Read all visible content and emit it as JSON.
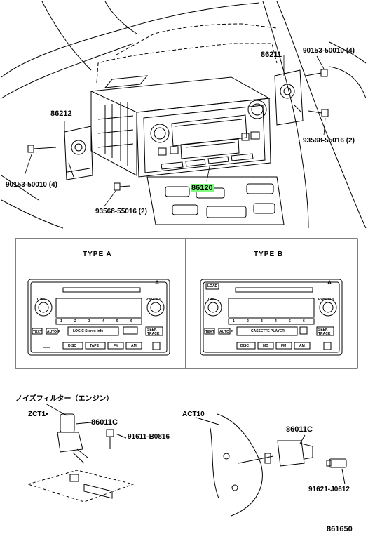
{
  "parts": {
    "p86211": "86211",
    "p90153_right": "90153-50010 (4)",
    "p86212": "86212",
    "p93568_right": "93568-55016 (2)",
    "p90153_left": "90153-50010 (4)",
    "p86120": "86120",
    "p93568_left": "93568-55016 (2)"
  },
  "types": {
    "a_title": "TYPE  A",
    "b_title": "TYPE  B",
    "a_buttons": {
      "tune": "TUNE",
      "pwr_vol": "PWR·VOL",
      "text": "TEXT",
      "auto_p": "AUTO·P",
      "display": "LOGIC  Stereo  Info",
      "seek_track": "SEEK\nTRACK",
      "disc": "DISC",
      "tape": "TAPE",
      "fm": "FM",
      "am": "AM",
      "presets": [
        "1",
        "2",
        "3",
        "4",
        "5",
        "6"
      ]
    },
    "b_buttons": {
      "load": "LOAD",
      "tune": "TUNE",
      "pwr_vol": "PWR·VOL",
      "text": "TEXT",
      "auto_p": "AUTO·P",
      "display": "CASSETTE PLAYER",
      "seek_track": "SEEK\nTRACK",
      "disc": "DISC",
      "md": "MD",
      "fm": "FM",
      "am": "AM",
      "presets": [
        "1",
        "2",
        "3",
        "4",
        "5",
        "6"
      ]
    }
  },
  "noise_filter": {
    "header": "ノイズフィルター（エンジン）",
    "zct": "ZCT1•",
    "act": "ACT10",
    "p86011c_left": "86011C",
    "p91611": "91611-B0816",
    "p86011c_right": "86011C",
    "p91621": "91621-J0612"
  },
  "diagram_id": "861650",
  "colors": {
    "highlight": "#7dfc7d",
    "line": "#000000"
  }
}
